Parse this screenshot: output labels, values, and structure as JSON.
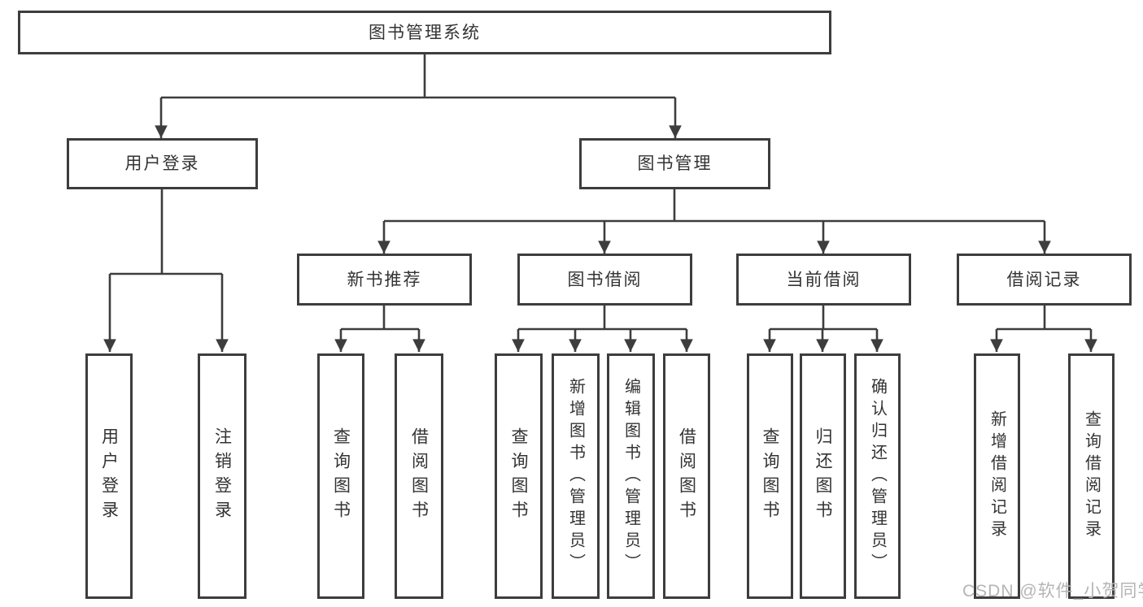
{
  "diagram": {
    "root": {
      "label": "图书管理系统"
    },
    "branches": [
      {
        "label": "用户登录",
        "children": [
          {
            "label": "用户登录"
          },
          {
            "label": "注销登录"
          }
        ]
      },
      {
        "label": "图书管理",
        "children": [
          {
            "label": "新书推荐",
            "children": [
              {
                "label": "查询图书"
              },
              {
                "label": "借阅图书"
              }
            ]
          },
          {
            "label": "图书借阅",
            "children": [
              {
                "label": "查询图书"
              },
              {
                "label": "新增图书（管理员）"
              },
              {
                "label": "编辑图书（管理员）"
              },
              {
                "label": "借阅图书"
              }
            ]
          },
          {
            "label": "当前借阅",
            "children": [
              {
                "label": "查询图书"
              },
              {
                "label": "归还图书"
              },
              {
                "label": "确认归还（管理员）"
              }
            ]
          },
          {
            "label": "借阅记录",
            "children": [
              {
                "label": "新增借阅记录"
              },
              {
                "label": "查询借阅记录"
              }
            ]
          }
        ]
      }
    ]
  },
  "watermark": {
    "text": "CSDN @软件_小贺同学"
  },
  "colors": {
    "line": "#3d3d3d",
    "text": "#333333",
    "bg": "#ffffff",
    "watermark": "#b5b5b5"
  }
}
